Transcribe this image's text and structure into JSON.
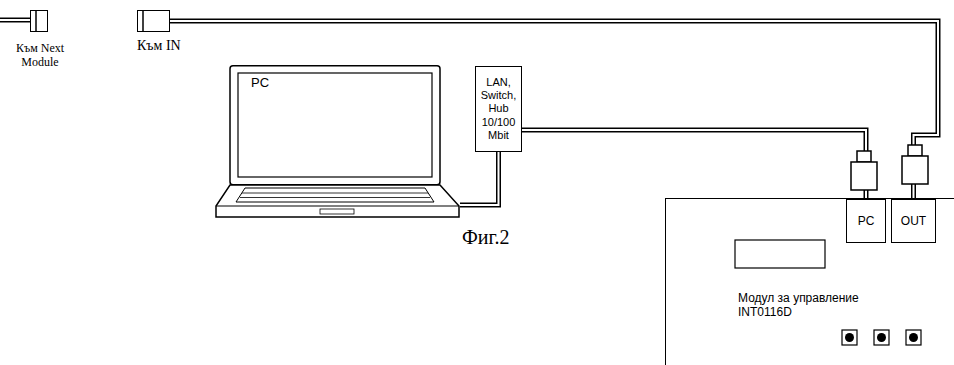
{
  "diagram": {
    "nodes": [
      {
        "text": [
          "Към Next Module"
        ]
      },
      {
        "text": [
          "Към IN"
        ]
      },
      {
        "text": [
          "PC"
        ]
      },
      {
        "text": [
          "LAN, Switch, Hub 10/100 Mbit"
        ]
      },
      {
        "text": [
          "Модул за управление INT0116D"
        ]
      },
      {
        "text": [
          "PC"
        ],
        "in": 4
      },
      {
        "text": [
          "OUT"
        ],
        "in": 4
      }
    ],
    "edges": [
      {
        "from": 3,
        "to": 5,
        "arrow": "none"
      },
      {
        "from": 3,
        "to": 2,
        "arrow": "none"
      },
      {
        "from": 1,
        "to": 6,
        "arrow": "none"
      }
    ],
    "labels": [
      "Фиг.2"
    ]
  }
}
